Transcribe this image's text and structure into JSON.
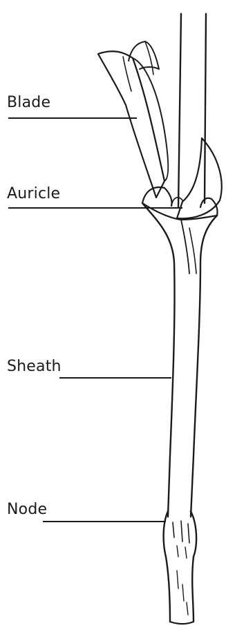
{
  "labels": {
    "blade": "Blade",
    "auricle": "Auricle",
    "sheath": "Sheath",
    "node": "Node"
  },
  "colors": {
    "ink": "#1a1a1a",
    "background": "#ffffff"
  }
}
